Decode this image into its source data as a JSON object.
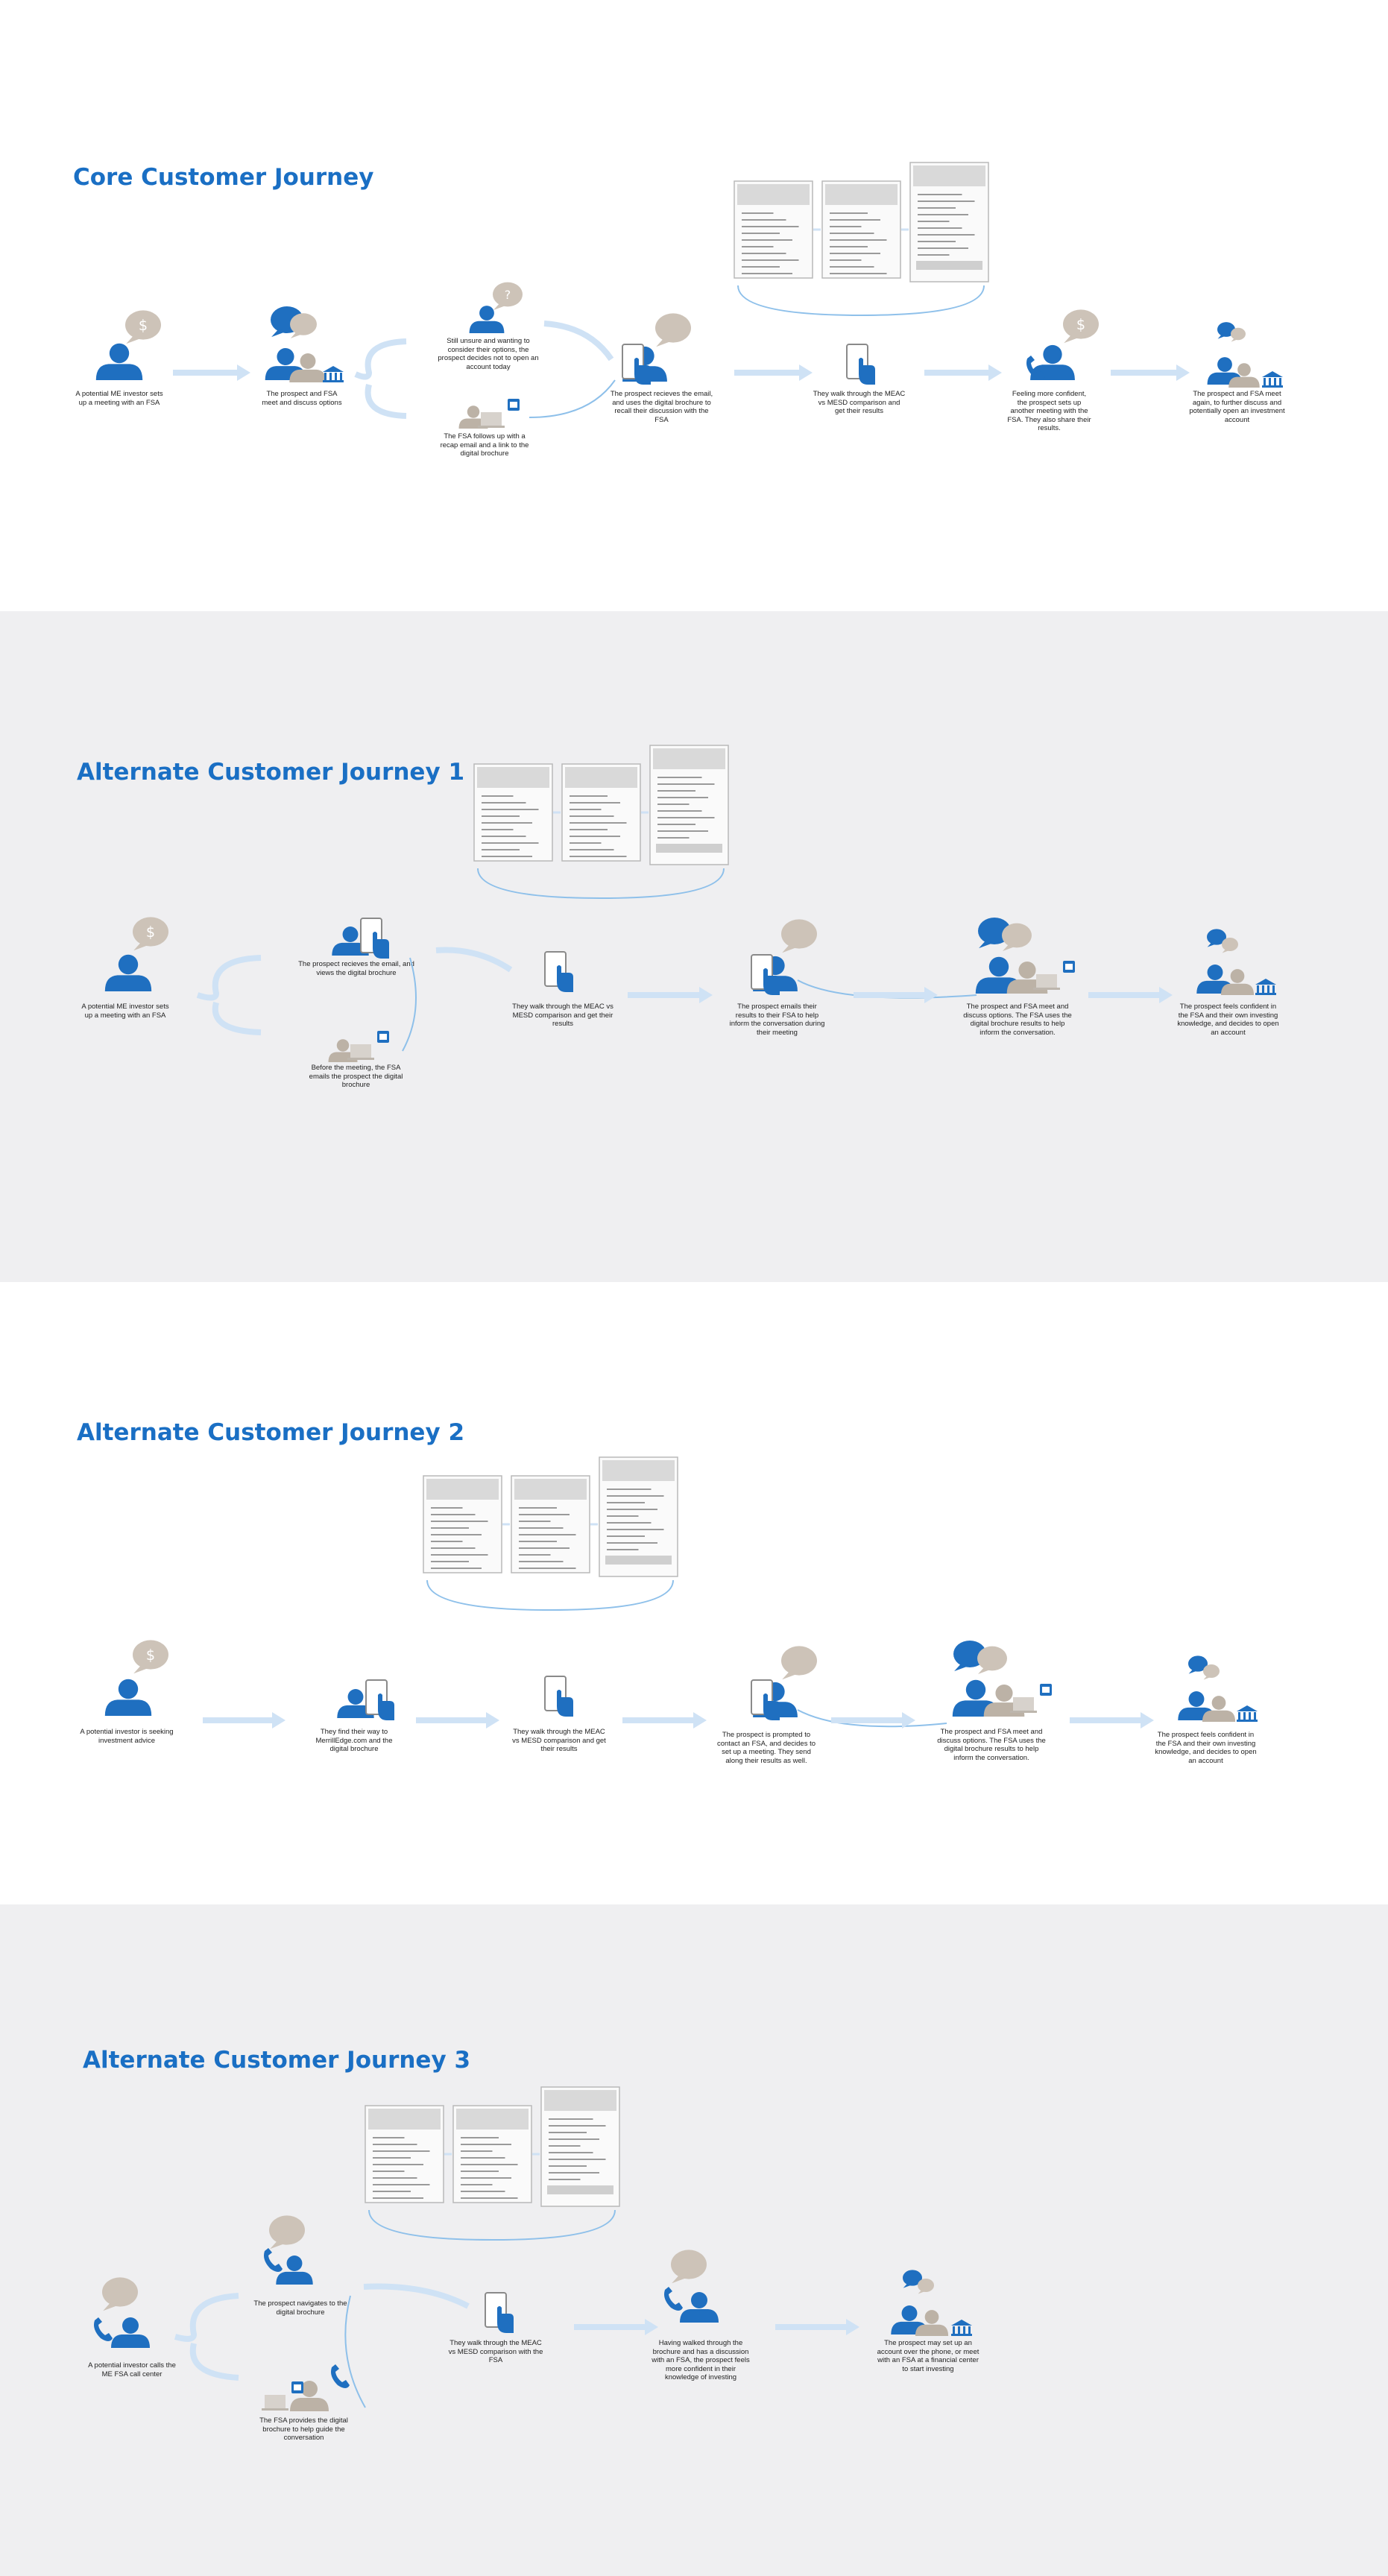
{
  "colors": {
    "brand_blue": "#1f6fc0",
    "light_arrow": "#cfe2f5",
    "bubble_tan": "#cdc3b8",
    "section_gray": "#efeff1"
  },
  "journeys": [
    {
      "title": "Core Customer Journey",
      "captions": [
        "A potential ME investor sets up a meeting with an FSA",
        "The prospect and FSA meet and discuss options",
        "Still unsure and wanting to consider their options, the prospect decides not to open an account today",
        "The FSA follows up with a recap email and a link to the digital brochure",
        "The prospect recieves the email, and uses the digital brochure to recall their discussion with the FSA",
        "They walk through the MEAC vs MESD comparison and get their results",
        "Feeling more confident, the prospect sets up another meeting with the FSA. They also share their results.",
        "The prospect and FSA meet again, to further discuss and potentially open an investment account"
      ]
    },
    {
      "title": "Alternate Customer Journey 1",
      "captions": [
        "A potential ME investor sets up a meeting with an FSA",
        "The prospect recieves the email, and views the digital brochure",
        "Before the meeting, the FSA emails the prospect the digital brochure",
        "They walk through the MEAC vs MESD comparison and get their results",
        "The prospect emails their results to their FSA to help inform the conversation during their meeting",
        "The prospect and FSA meet and discuss options. The FSA uses the digital brochure results to help inform the conversation.",
        "The prospect feels confident in the FSA and their own investing knowledge, and decides to open an account"
      ]
    },
    {
      "title": "Alternate Customer Journey 2",
      "captions": [
        "A potential investor is seeking investment advice",
        "They find their way to MerrillEdge.com and the digital brochure",
        "They walk through the MEAC vs MESD comparison and get their results",
        "The prospect is prompted to contact an FSA, and decides to set up a meeting. They send along their results as well.",
        "The prospect and FSA meet and discuss options. The FSA uses the digital brochure results to help inform the conversation.",
        "The prospect feels confident in the FSA and their own investing knowledge, and decides to open an account"
      ]
    },
    {
      "title": "Alternate Customer Journey 3",
      "captions": [
        "A potential investor calls the ME FSA call center",
        "The prospect navigates to the digital brochure",
        "The FSA provides the digital brochure to help guide the conversation",
        "They walk through the MEAC vs MESD comparison with the FSA",
        "Having walked through the brochure and has a discussion with an FSA, the prospect feels more confident in their knowledge of investing",
        "The prospect may set up an account over the phone, or meet with an FSA at a financial center to start investing"
      ]
    }
  ]
}
